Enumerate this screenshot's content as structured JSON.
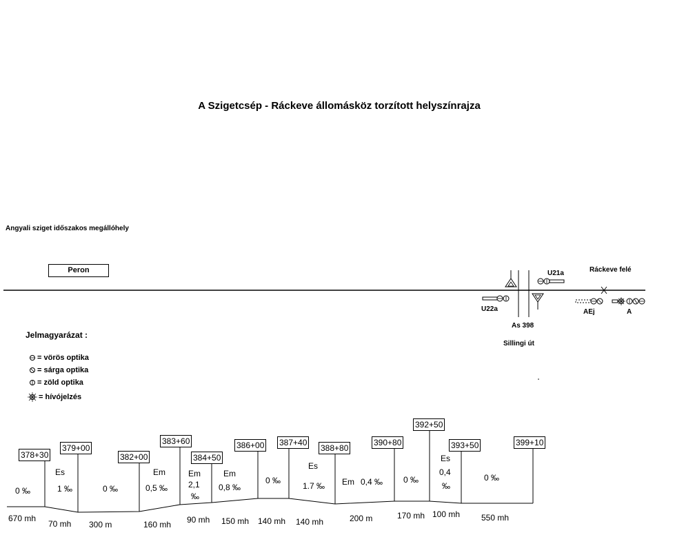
{
  "title": "A Szigetcsép - Ráckeve állomásköz torzított helyszínrajza",
  "stop_name": "Angyali sziget időszakos megállóhely",
  "peron": "Peron",
  "direction": "Ráckeve felé",
  "signals": {
    "u21a": "U21a",
    "u22a": "U22a",
    "aej": "AEj",
    "a": "A"
  },
  "crossing": {
    "id": "As 398",
    "road": "Sillingi út"
  },
  "legend": {
    "title": "Jelmagyarázat :",
    "items": [
      {
        "icon": "red-optic-icon",
        "label": "= vörös optika"
      },
      {
        "icon": "yellow-optic-icon",
        "label": "= sárga optika"
      },
      {
        "icon": "green-optic-icon",
        "label": "= zöld optika"
      },
      {
        "icon": "call-signal-icon",
        "label": "= hívójelzés"
      }
    ]
  },
  "profile": {
    "kilometer_posts": [
      "378+30",
      "379+00",
      "382+00",
      "383+60",
      "384+50",
      "386+00",
      "387+40",
      "388+80",
      "390+80",
      "392+50",
      "393+50",
      "399+10"
    ],
    "gradients": [
      {
        "dir": "",
        "val": "0  ‰"
      },
      {
        "dir": "Es",
        "val": "1 ‰"
      },
      {
        "dir": "",
        "val": "0 ‰"
      },
      {
        "dir": "Em",
        "val": "0,5 ‰"
      },
      {
        "dir": "Em",
        "val": "2,1",
        "unit": "‰"
      },
      {
        "dir": "Em",
        "val": "0,8  ‰"
      },
      {
        "dir": "",
        "val": "0  ‰"
      },
      {
        "dir": "Es",
        "val": "1.7  ‰"
      },
      {
        "dir": "Em",
        "val": "0,4 ‰"
      },
      {
        "dir": "",
        "val": "0  ‰"
      },
      {
        "dir": "Es",
        "val": "0,4",
        "unit": "‰"
      },
      {
        "dir": "",
        "val": "0  ‰"
      }
    ],
    "lengths": [
      "670 mh",
      "70 mh",
      "300 m",
      "160 mh",
      "90 mh",
      "150 mh",
      "140 mh",
      "140 mh",
      "200 m",
      "170 mh",
      "100 mh",
      "550 mh"
    ]
  }
}
